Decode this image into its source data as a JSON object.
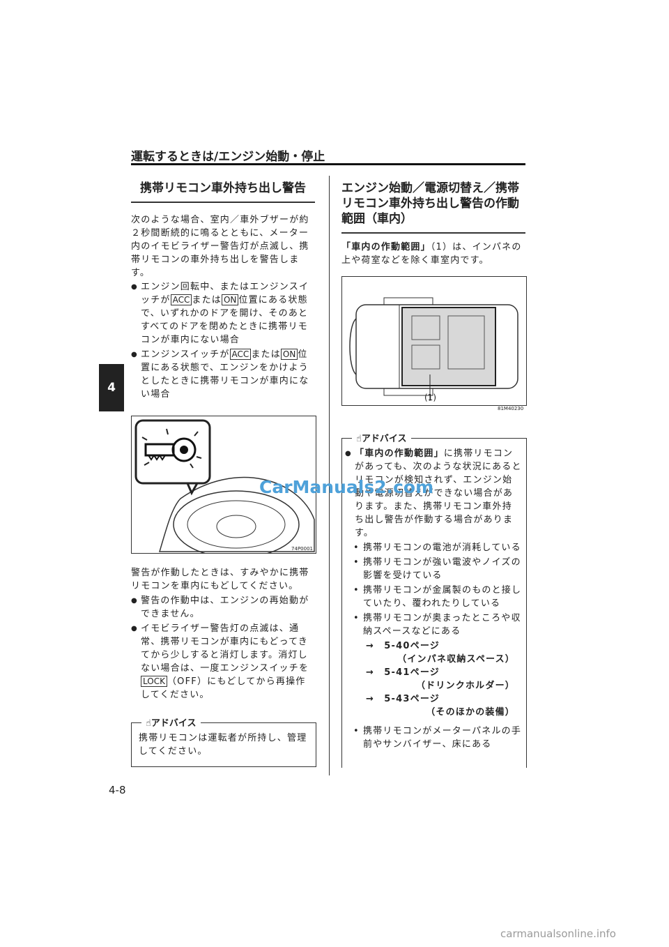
{
  "header": {
    "section_title": "運転するときは/エンジン始動・停止",
    "chapter": "4",
    "page_number": "4-8"
  },
  "left": {
    "heading": "携帯リモコン車外持ち出し警告",
    "intro": "次のような場合、室内／車外ブザーが約２秒間断続的に鳴るとともに、メーター内のイモビライザー警告灯が点滅し、携帯リモコンの車外持ち出しを警告します。",
    "b1": {
      "t1": "エンジン回転中、またはエンジンスイッチが",
      "k1": "ACC",
      "t2": "または",
      "k2": "ON",
      "t3": "位置にある状態で、いずれかのドアを開け、そのあとすべてのドアを閉めたときに携帯リモコンが車内にない場合"
    },
    "b2": {
      "t1": "エンジンスイッチが",
      "k1": "ACC",
      "t2": "または",
      "k2": "ON",
      "t3": "位置にある状態で、エンジンをかけようとしたときに携帯リモコンが車内にない場合"
    },
    "figure_code": "74P0001",
    "after": "警告が作動したときは、すみやかに携帯リモコンを車内にもどしてください。",
    "b3": "警告の作動中は、エンジンの再始動ができません。",
    "b4": {
      "t1": "イモビライザー警告灯の点滅は、通常、携帯リモコンが車内にもどってきてから少しすると消灯します。消灯しない場合は、一度エンジンスイッチを",
      "k1": "LOCK",
      "t2": "（OFF）にもどしてから再操作してください。"
    },
    "advice_title": "アドバイス",
    "advice_text": "携帯リモコンは運転者が所持し、管理してください。"
  },
  "right": {
    "heading": "エンジン始動／電源切替え／携帯リモコン車外持ち出し警告の作動範囲（車内）",
    "intro_bold": "「車内の作動範囲」",
    "intro_rest": "（1）は、インパネの上や荷室などを除く車室内です。",
    "figure_label": "(1)",
    "figure_code": "81M40230",
    "advice_title": "アドバイス",
    "advice_bold": "「車内の作動範囲」",
    "advice_text": "に携帯リモコンがあっても、次のような状況にあるとリモコンが検知されず、エンジン始動や電源切替えができない場合があります。また、携帯リモコン車外持ち出し警告が作動する場合があります。",
    "sub": [
      "携帯リモコンの電池が消耗している",
      "携帯リモコンが強い電波やノイズの影響を受けている",
      "携帯リモコンが金属製のものと接していたり、覆われたりしている",
      "携帯リモコンが奥まったところや収納スペースなどにある"
    ],
    "refs": [
      {
        "arrow": "→",
        "page": "5-40ページ",
        "desc": "（インパネ収納スペース）"
      },
      {
        "arrow": "→",
        "page": "5-41ページ",
        "desc": "（ドリンクホルダー）"
      },
      {
        "arrow": "→",
        "page": "5-43ページ",
        "desc": "（そのほかの装備）"
      }
    ],
    "sub_last": "携帯リモコンがメーターパネルの手前やサンバイザー、床にある"
  },
  "watermark": "CarManuals2.com",
  "footer": "carmanualsonline.info"
}
